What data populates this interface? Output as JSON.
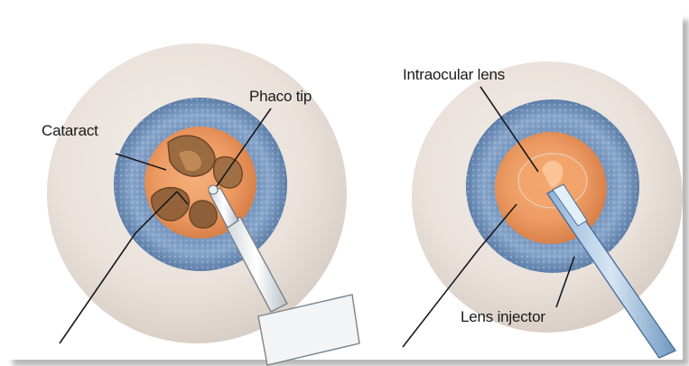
{
  "labels": {
    "cataract": "Cataract",
    "phaco_tip": "Phaco tip",
    "intraocular_lens": "Intraocular lens",
    "lens_injector": "Lens injector"
  }
}
